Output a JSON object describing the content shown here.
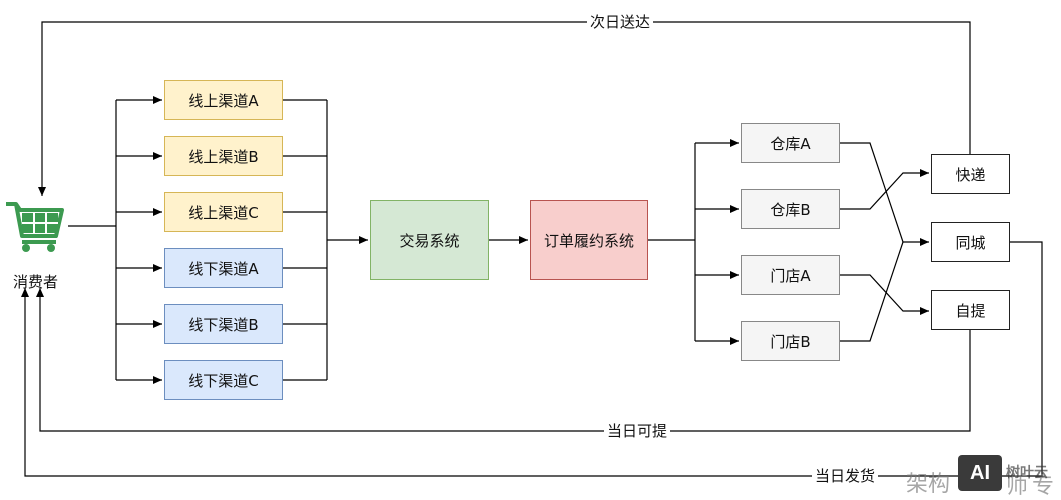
{
  "consumer": {
    "label": "消费者",
    "icon": "shopping-cart-icon",
    "color": "#3c9a50"
  },
  "channels": {
    "online_a": "线上渠道A",
    "online_b": "线上渠道B",
    "online_c": "线上渠道C",
    "offline_a": "线下渠道A",
    "offline_b": "线下渠道B",
    "offline_c": "线下渠道C"
  },
  "systems": {
    "trade": "交易系统",
    "fulfillment": "订单履约系统"
  },
  "locations": {
    "warehouse_a": "仓库A",
    "warehouse_b": "仓库B",
    "store_a": "门店A",
    "store_b": "门店B"
  },
  "delivery": {
    "express": "快递",
    "same_city": "同城",
    "pickup": "自提"
  },
  "flows": {
    "next_day": "次日送达",
    "same_day_pickup": "当日可提",
    "same_day_ship": "当日发货"
  },
  "watermark": {
    "text_left": "架构",
    "text_right": "师",
    "text_end": "专",
    "logo": "AI",
    "brand": "树叶云"
  },
  "colors": {
    "online": "#fff2cc",
    "offline": "#dae8fc",
    "trade": "#d5e8d4",
    "fulfillment": "#f8cecc",
    "location": "#f5f5f5"
  }
}
